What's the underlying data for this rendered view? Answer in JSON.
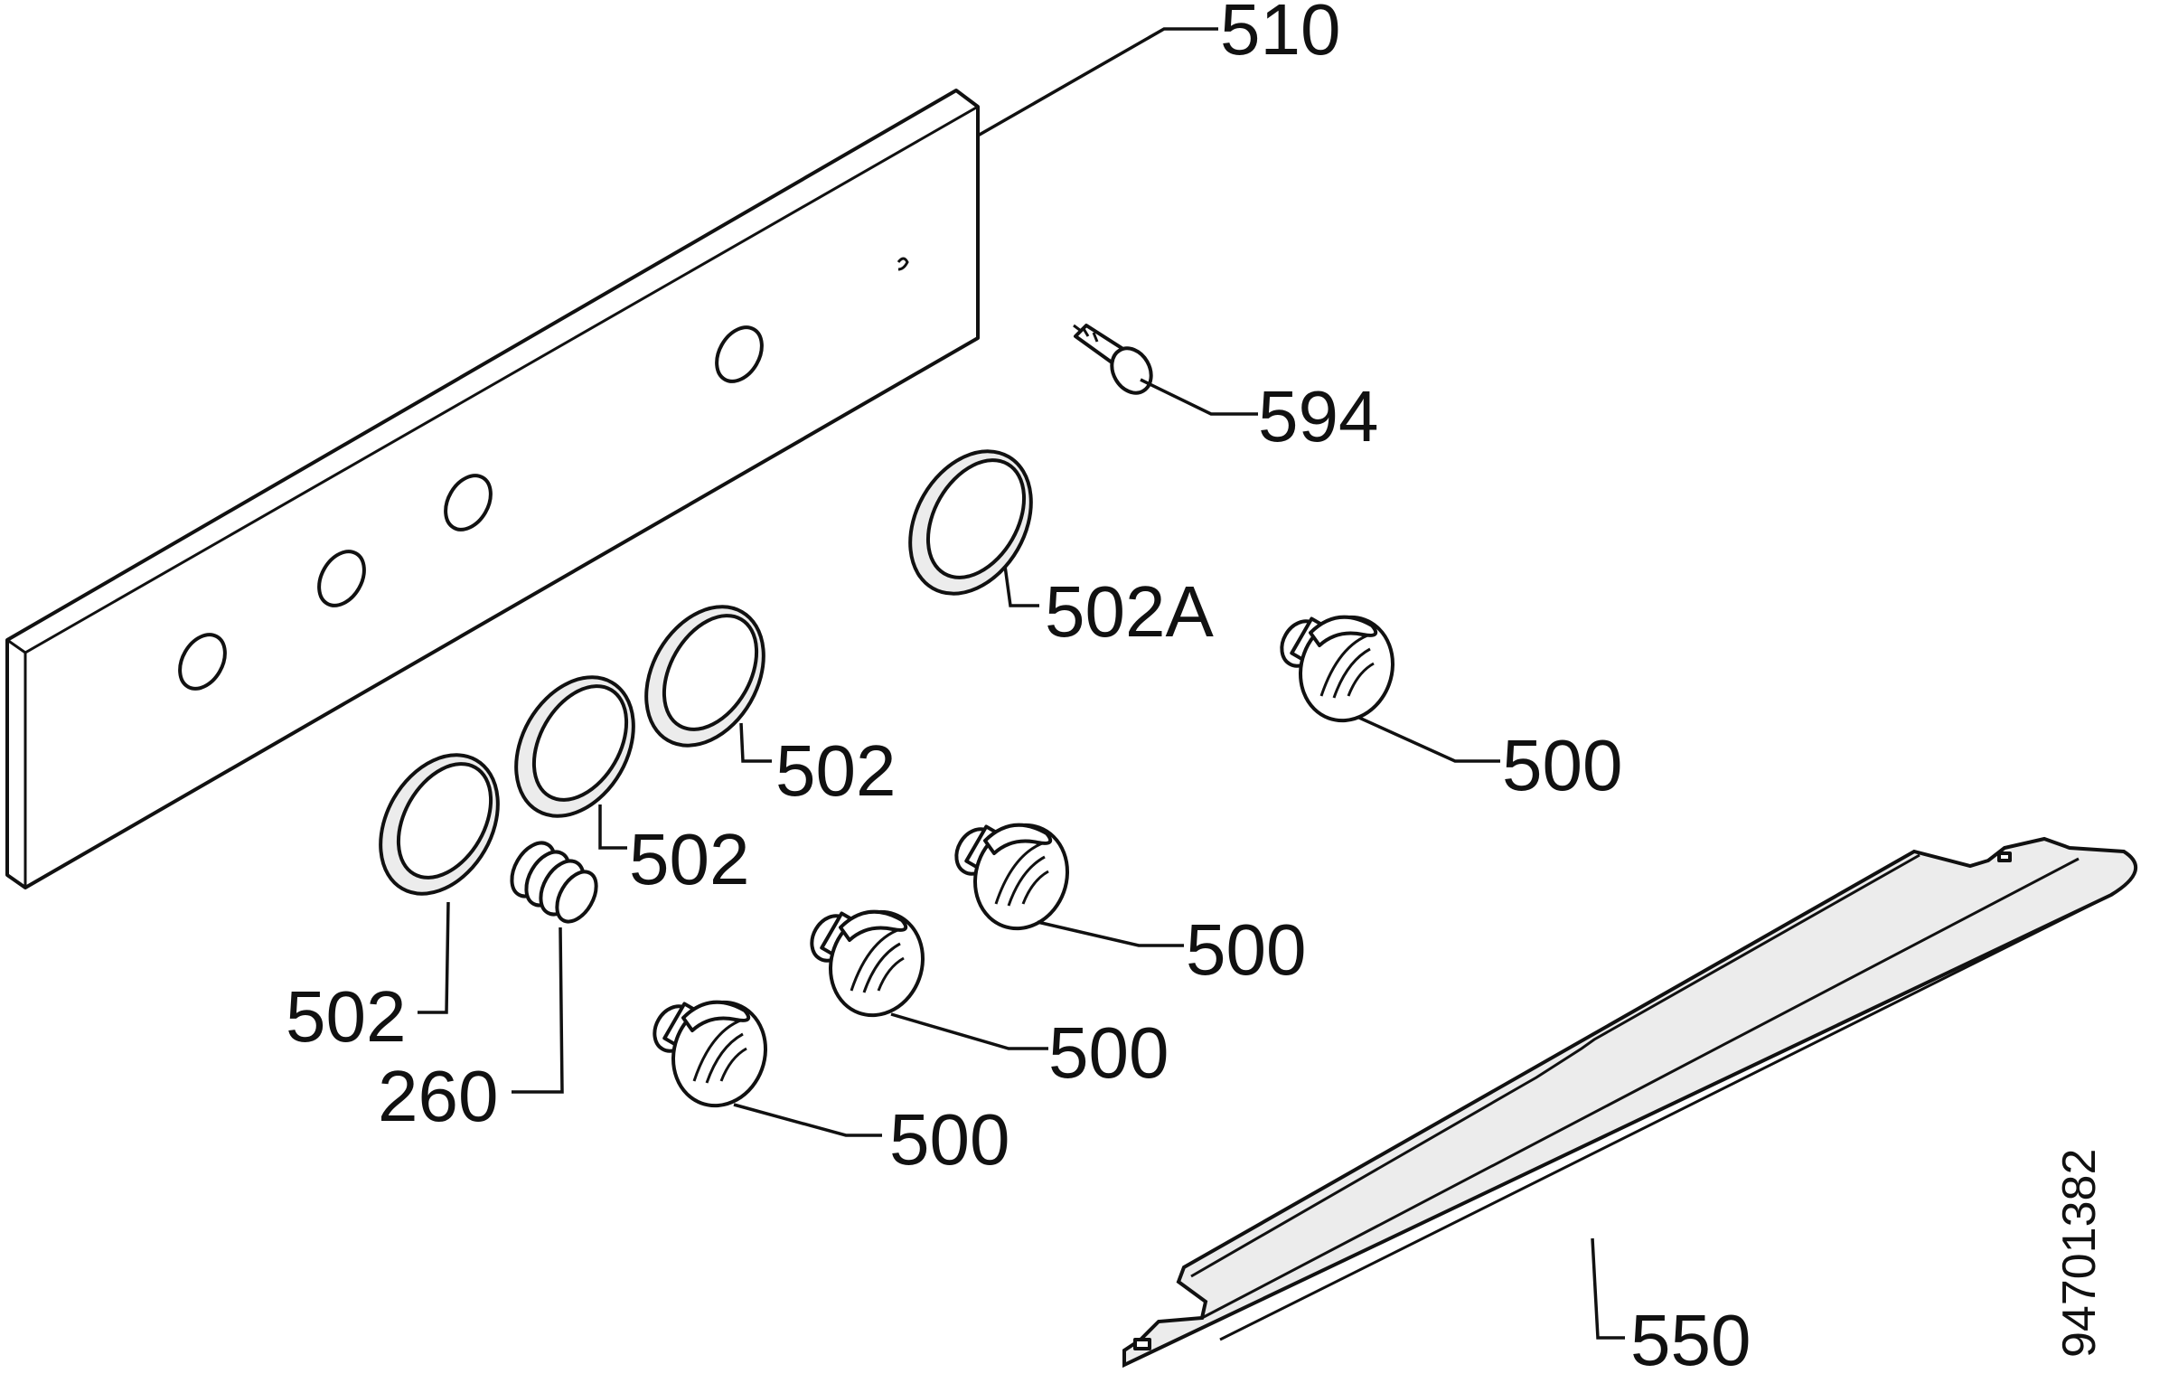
{
  "callouts": {
    "panel": "510",
    "indicator_lamp": "594",
    "ring_large": "502A",
    "ring_3": "502",
    "ring_2": "502",
    "ring_1": "502",
    "spring": "260",
    "knob_1": "500",
    "knob_2": "500",
    "knob_3": "500",
    "knob_4": "500",
    "trim_strip": "550"
  },
  "drawing_number": "94701382",
  "colors": {
    "line": "#111111",
    "fill": "#ffffff",
    "shade": "#ececec"
  }
}
